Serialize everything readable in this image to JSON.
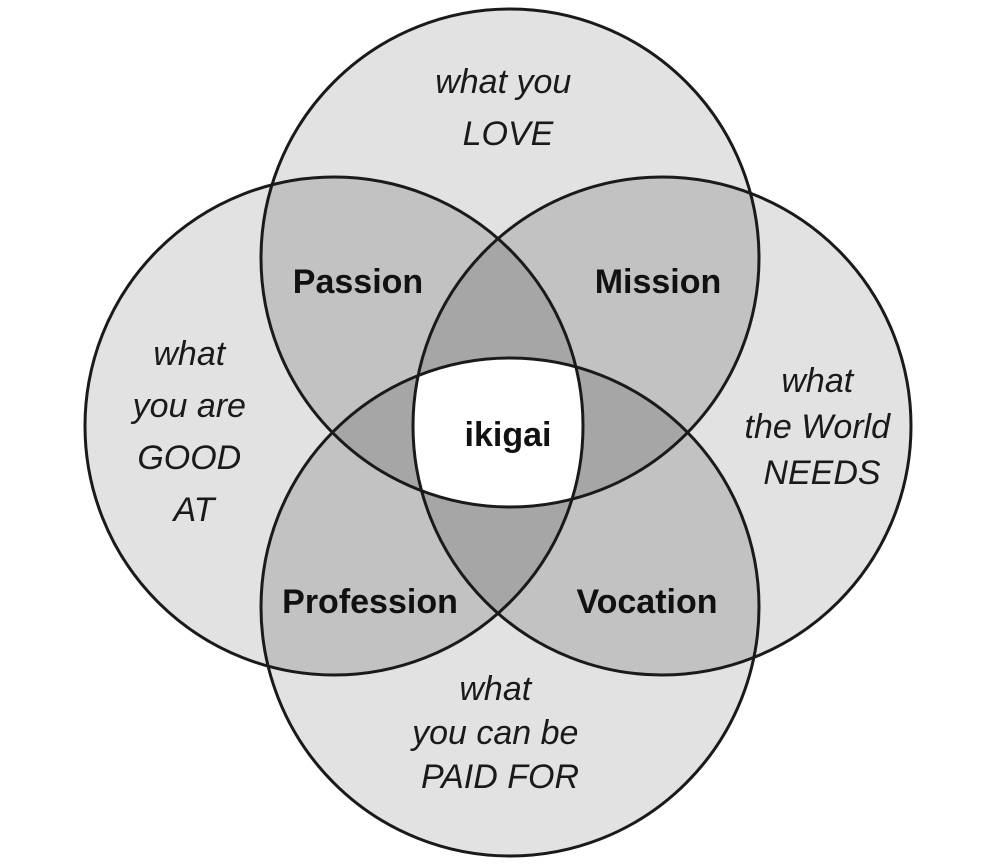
{
  "circles": {
    "love": [
      "what you",
      "LOVE"
    ],
    "good_at": [
      "what",
      "you are",
      "GOOD",
      "AT"
    ],
    "world_needs": [
      "what",
      "the World",
      "NEEDS"
    ],
    "paid_for": [
      "what",
      "you can be",
      "PAID FOR"
    ]
  },
  "regions": {
    "passion": "Passion",
    "mission": "Mission",
    "profession": "Profession",
    "vocation": "Vocation",
    "center": "ikigai"
  },
  "colors": {
    "single": "#e2e2e2",
    "double": "#c2c2c2",
    "triple": "#a6a6a6",
    "center": "#ffffff",
    "stroke": "#1a1a1a"
  }
}
